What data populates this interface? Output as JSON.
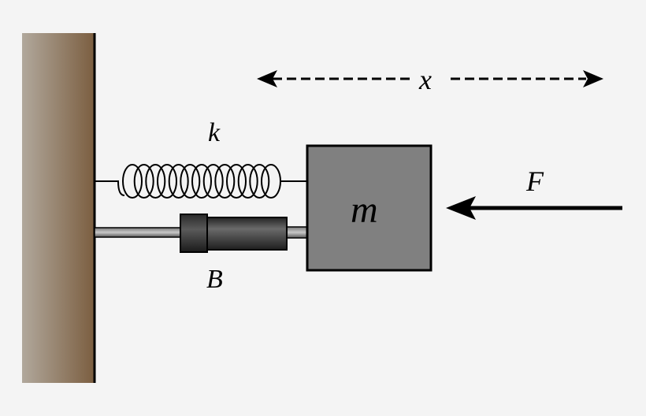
{
  "diagram": {
    "labels": {
      "displacement": "x",
      "spring": "k",
      "damper": "B",
      "mass": "m",
      "force": "F"
    },
    "colors": {
      "background": "#f4f4f4",
      "wall_light": "#b1a89c",
      "wall_dark": "#7b5e40",
      "mass_fill": "#808080",
      "damper_body": "#3a3a3a",
      "line": "#000000"
    }
  }
}
